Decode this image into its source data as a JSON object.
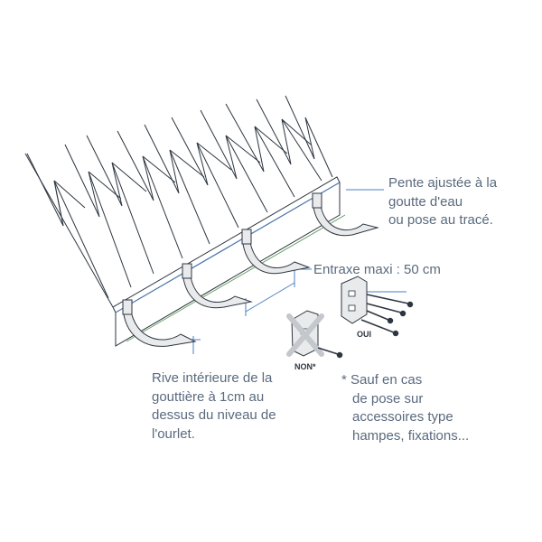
{
  "labels": {
    "slope": [
      "Pente ajustée à la",
      "goutte d'eau",
      "ou pose au tracé."
    ],
    "spacing": "Entraxe maxi : 50 cm",
    "inner_edge": [
      "Rive intérieure de la",
      "gouttière à 1cm au",
      "dessus du niveau de",
      "l'ourlet."
    ],
    "exception": [
      "* Sauf en cas",
      "de pose sur",
      "accessoires type",
      "hampes, fixations..."
    ],
    "wrong": "NON*",
    "right": "OUI"
  },
  "colors": {
    "text": "#5a6a7e",
    "outline": "#2d3640",
    "dimension": "#4a7fc0",
    "guide": "#6aa16a",
    "bracket_fill": "#e9eaeb"
  },
  "icons": [
    "roof-panel-icon",
    "gutter-hook-icon",
    "screw-icon",
    "cross-mark-icon"
  ]
}
